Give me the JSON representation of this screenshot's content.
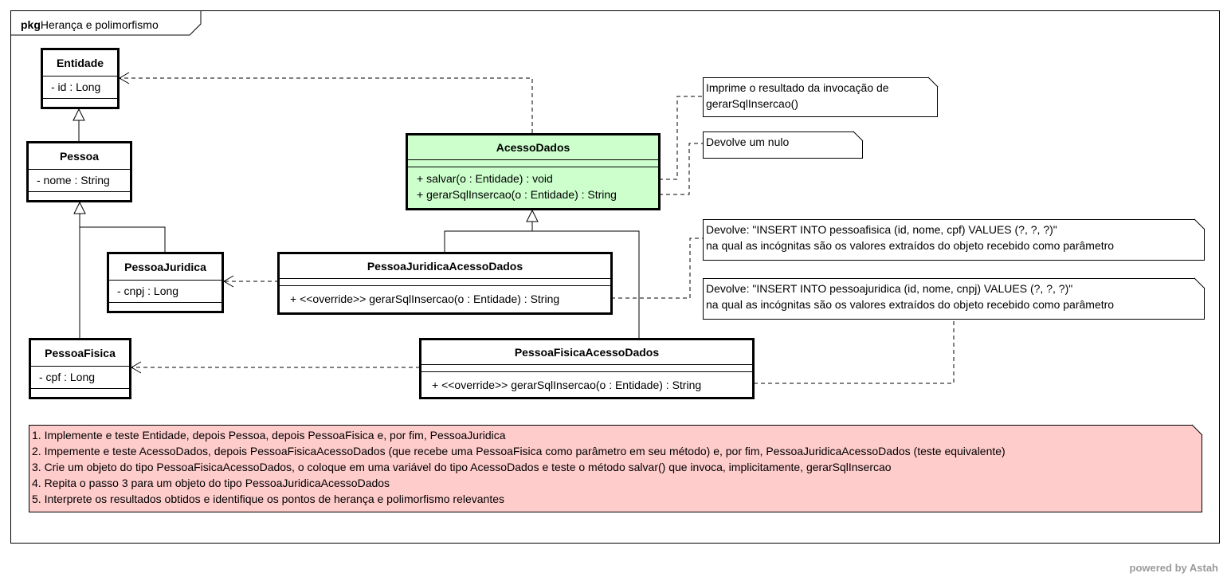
{
  "package": {
    "keyword": "pkg",
    "name": "Herança e polimorfismo"
  },
  "classes": {
    "entidade": {
      "name": "Entidade",
      "attrs": [
        "- id : Long"
      ]
    },
    "pessoa": {
      "name": "Pessoa",
      "attrs": [
        "- nome : String"
      ]
    },
    "pessoaJuridica": {
      "name": "PessoaJuridica",
      "attrs": [
        "- cnpj : Long"
      ]
    },
    "pessoaFisica": {
      "name": "PessoaFisica",
      "attrs": [
        "- cpf : Long"
      ]
    },
    "acessoDados": {
      "name": "AcessoDados",
      "methods": [
        "+ salvar(o : Entidade) : void",
        "+ gerarSqlInsercao(o : Entidade) : String"
      ]
    },
    "pjAcesso": {
      "name": "PessoaJuridicaAcessoDados",
      "methods": [
        "+ <<override>> gerarSqlInsercao(o : Entidade) : String"
      ]
    },
    "pfAcesso": {
      "name": "PessoaFisicaAcessoDados",
      "methods": [
        "+ <<override>> gerarSqlInsercao(o : Entidade) : String"
      ]
    }
  },
  "notes": {
    "salvar": [
      "Imprime o resultado da invocação de",
      "gerarSqlInsercao()"
    ],
    "gerar": [
      "Devolve um nulo"
    ],
    "pf": [
      "Devolve: \"INSERT INTO pessoafisica (id, nome, cpf) VALUES (?, ?, ?)\"",
      "na qual as incógnitas são os valores extraídos do objeto recebido como parâmetro"
    ],
    "pj": [
      "Devolve: \"INSERT INTO pessoajuridica (id, nome, cnpj) VALUES (?, ?, ?)\"",
      "na qual as incógnitas são os valores extraídos do objeto recebido como parâmetro"
    ],
    "tasks": [
      "1. Implemente e teste Entidade, depois Pessoa, depois PessoaFisica e, por fim, PessoaJuridica",
      "2. Impemente e teste AcessoDados, depois PessoaFisicaAcessoDados (que recebe uma PessoaFisica como parâmetro em seu método) e, por fim, PessoaJuridicaAcessoDados (teste equivalente)",
      "3. Crie um objeto do tipo PessoaFisicaAcessoDados, o coloque em uma variável do tipo AcessoDados e teste o método salvar() que invoca, implicitamente, gerarSqlInsercao",
      "4. Repita o passo 3 para um objeto do tipo PessoaJuridicaAcessoDados",
      "5. Interprete os resultados obtidos e identifique os pontos de herança e polimorfismo relevantes"
    ]
  },
  "colors": {
    "acessoDados_fill": "#ccffcc",
    "tasks_note_fill": "#ffcccc"
  },
  "footer": {
    "powered": "powered by Astah"
  }
}
